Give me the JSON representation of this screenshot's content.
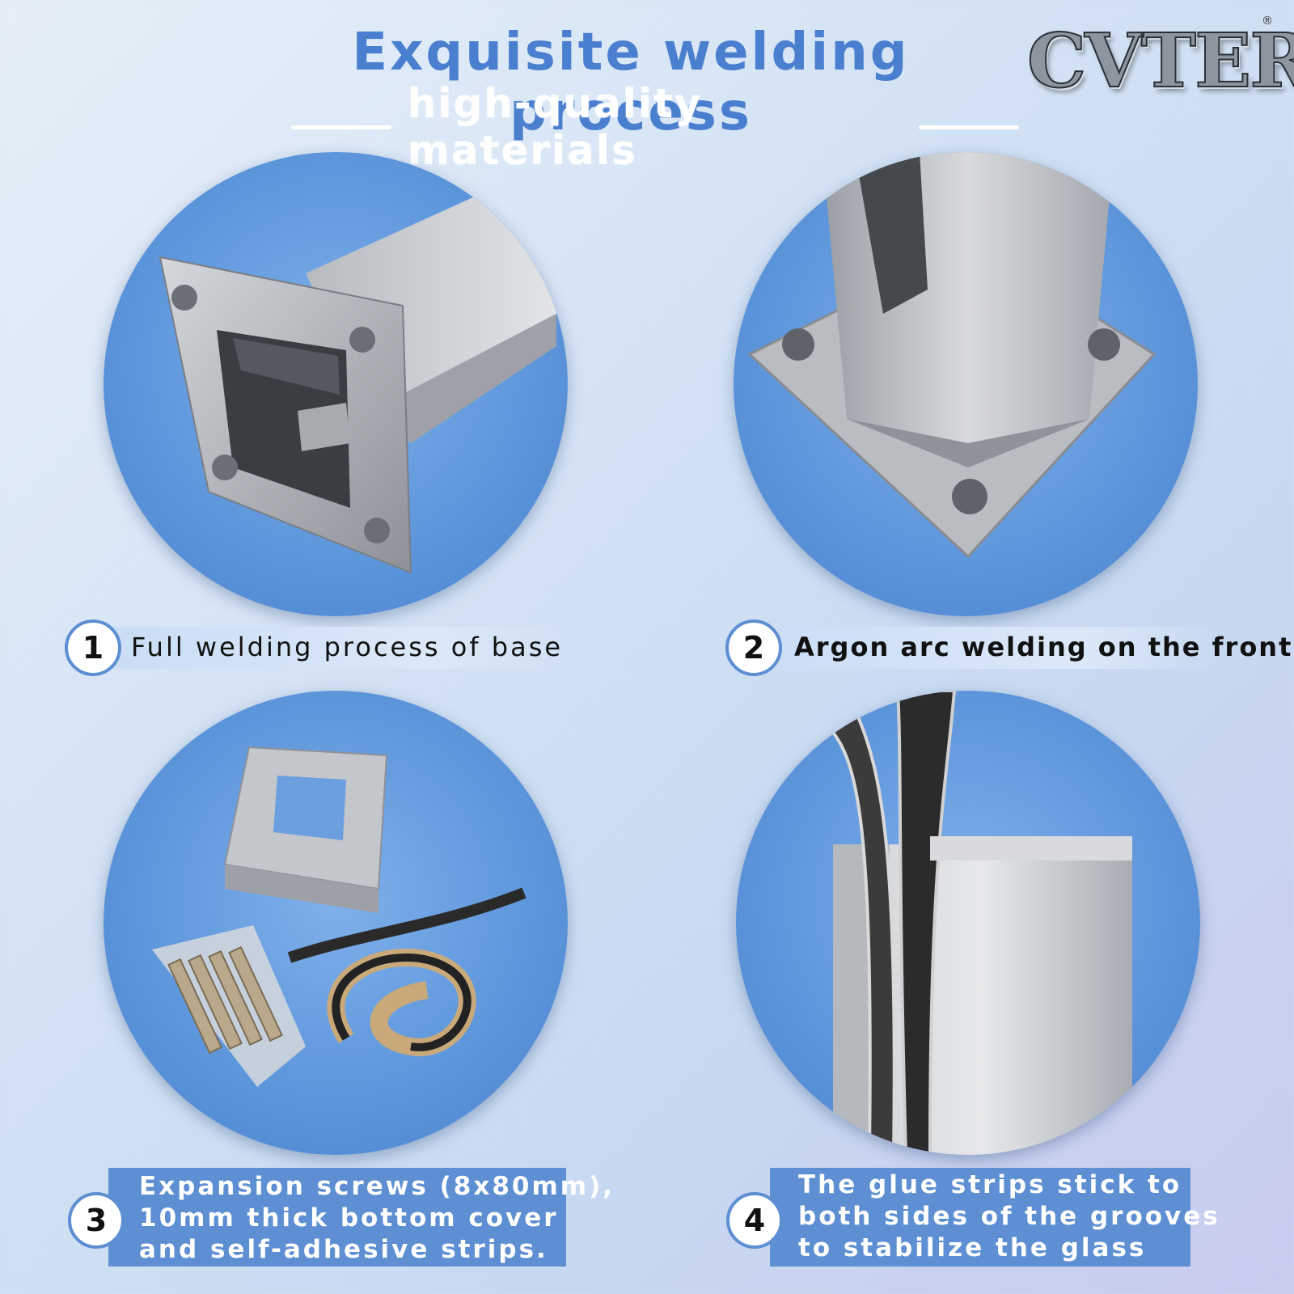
{
  "header": {
    "title": "Exquisite welding process",
    "subtitle": "high-quality materials",
    "logo_text": "CVTER",
    "logo_mark": "®"
  },
  "panels": [
    {
      "number": "1",
      "caption_lines": [
        "Full welding process of base"
      ],
      "image": "square-post-base-plate-angled"
    },
    {
      "number": "2",
      "caption_lines": [
        "Argon arc welding on the front"
      ],
      "image": "square-post-on-diamond-base-plate"
    },
    {
      "number": "3",
      "caption_lines": [
        "Expansion screws (8x80mm),",
        "10mm thick bottom cover",
        "and self-adhesive strips."
      ],
      "image": "cover-screws-and-strips"
    },
    {
      "number": "4",
      "caption_lines": [
        "The glue strips stick to",
        "both sides of the grooves",
        "to stabilize the glass"
      ],
      "image": "post-top-with-glue-strips"
    }
  ],
  "colors": {
    "title_blue": "#4a7fcf",
    "circle_blue": "#5f97dc",
    "label_dark": "#5d8fd2",
    "steel": "#b8bcc2"
  }
}
